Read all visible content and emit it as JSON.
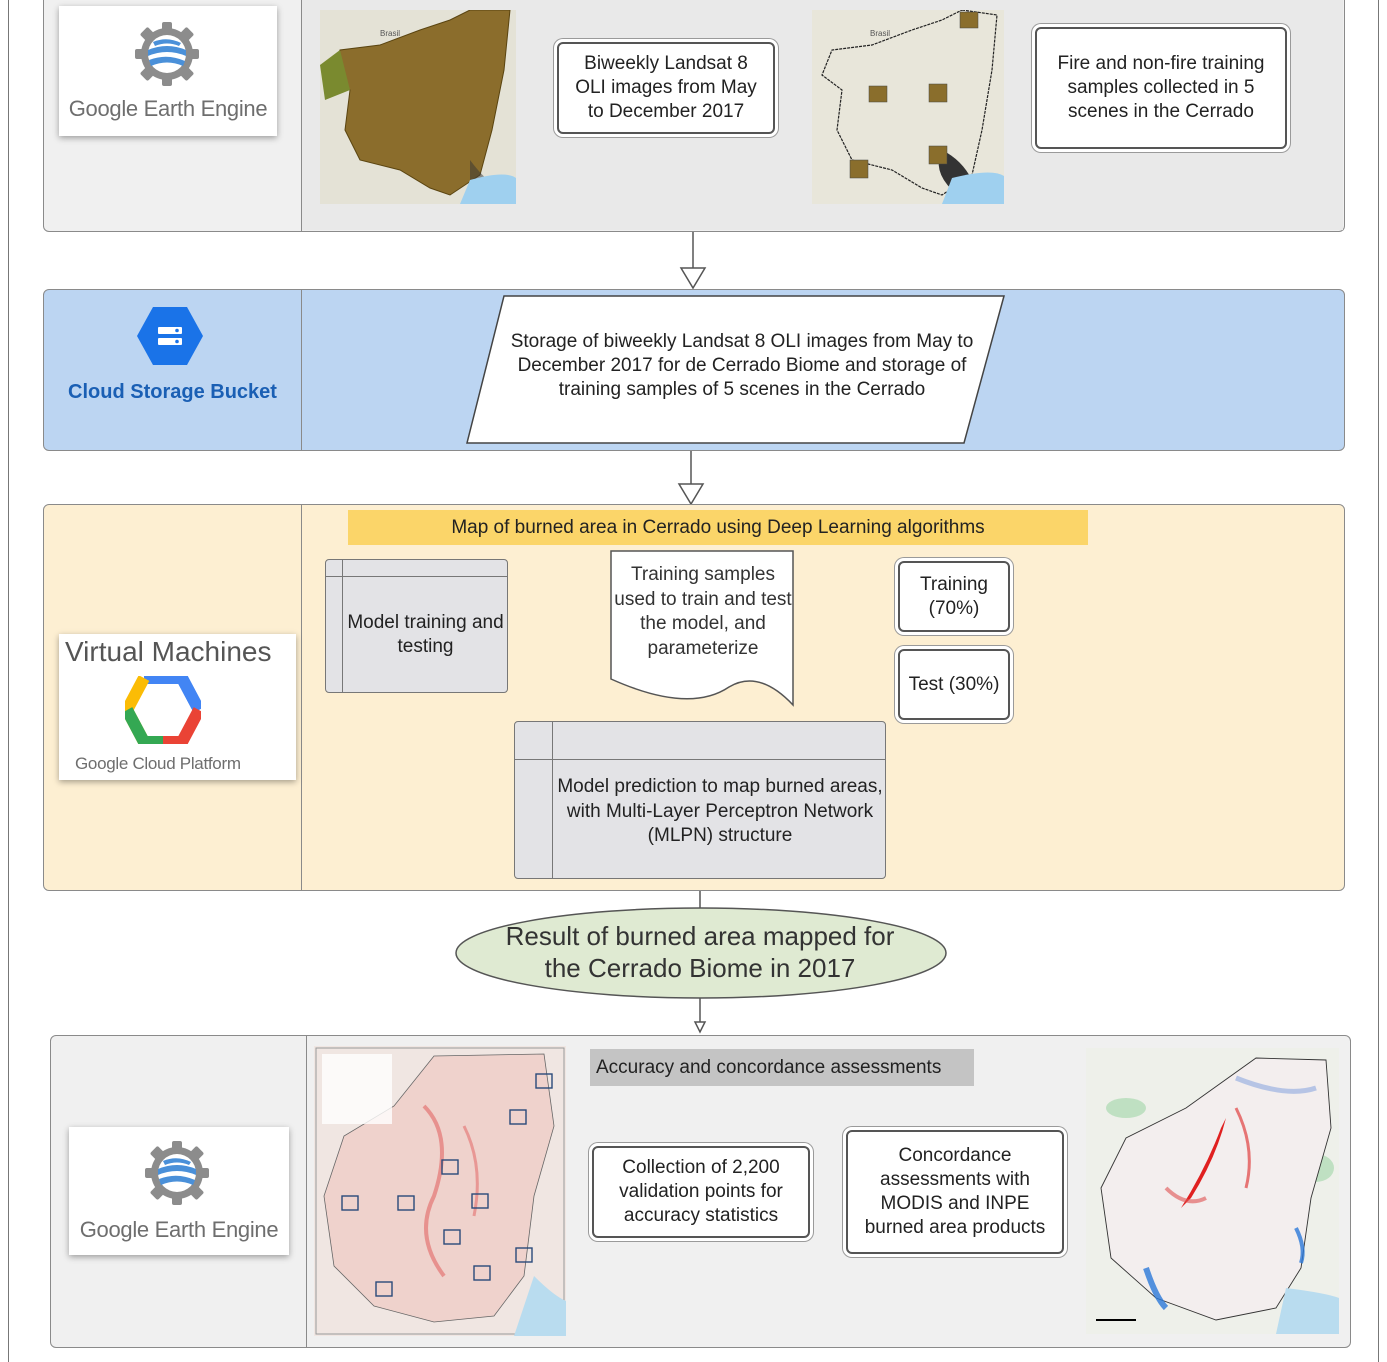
{
  "lanes": {
    "gee_top": {
      "logo_text": "Google Earth Engine",
      "map1_label": "Brasil",
      "map2_label": "Brasil",
      "box1": "Biweekly Landsat 8 OLI images from May to December 2017",
      "box2": "Fire and non-fire training samples collected in 5 scenes in the Cerrado"
    },
    "cloud_storage": {
      "title": "Cloud Storage Bucket",
      "storage_text": "Storage of biweekly Landsat 8 OLI images from May to December 2017 for de Cerrado Biome and storage of training samples of 5 scenes in the Cerrado"
    },
    "virtual_machines": {
      "title": "Virtual Machines",
      "platform_text": "Google Cloud Platform",
      "banner": "Map of burned area in Cerrado using Deep Learning algorithms",
      "model_training": "Model training and testing",
      "training_samples": "Training samples used to train and test the model, and parameterize",
      "training_split": "Training (70%)",
      "test_split": "Test (30%)",
      "prediction": "Model prediction to map burned areas, with Multi-Layer Perceptron Network (MLPN) structure"
    },
    "result": {
      "text": "Result of burned area mapped for the Cerrado Biome in 2017"
    },
    "gee_bottom": {
      "logo_text": "Google Earth Engine",
      "banner": "Accuracy and concordance assessments",
      "collection": "Collection of 2,200 validation points for accuracy statistics",
      "concordance": "Concordance assessments with MODIS and INPE burned area products"
    }
  },
  "colors": {
    "cloud_lane": "#bcd5f2",
    "vm_lane": "#fdefd2",
    "banner_yellow": "#fbd569",
    "banner_gray": "#c4c4c4",
    "result_ellipse": "#dfead2",
    "cloud_title": "#1a5fb4",
    "google_blue": "#4285f4"
  },
  "icons": [
    "earth-engine-globe-icon",
    "cloud-storage-hexagon-icon",
    "google-cloud-hexagon-icon"
  ]
}
